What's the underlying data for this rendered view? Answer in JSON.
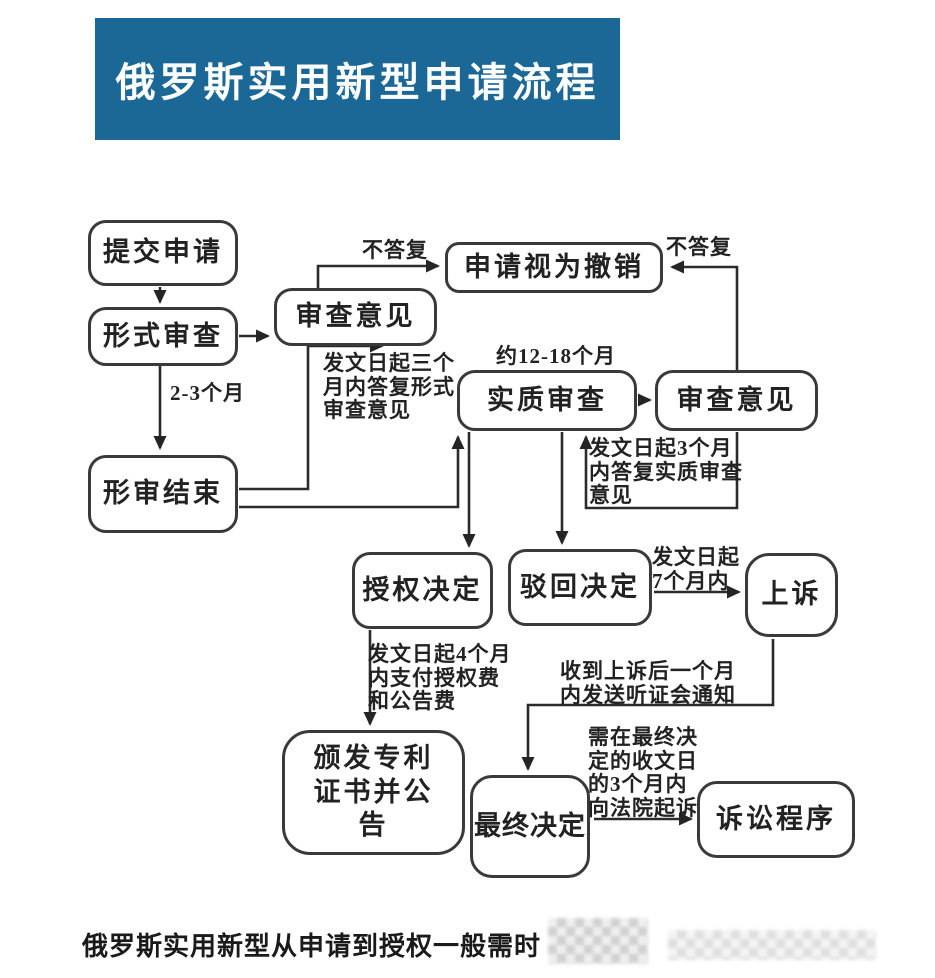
{
  "title": {
    "text": "俄罗斯实用新型申请流程",
    "banner_color": "#1b6897",
    "text_color": "#ffffff"
  },
  "nodes": {
    "submit": "提交申请",
    "formal_exam": "形式审查",
    "exam_opinion_1": "审查意见",
    "deemed_withdrawn": "申请视为撤销",
    "substantive_exam": "实质审查",
    "exam_opinion_2": "审查意见",
    "formal_exam_end": "形审结束",
    "grant_decision": "授权决定",
    "rejection_decision": "驳回决定",
    "appeal": "上诉",
    "issue_certificate": "颁发专利证书并公告",
    "final_decision": "最终决定",
    "litigation": "诉讼程序"
  },
  "labels": {
    "no_reply_left": "不答复",
    "no_reply_right": "不答复",
    "months_2_3": "2-3个月",
    "reply_formal_opinion": "发文日起三个\n月内答复形式\n审查意见",
    "approx_12_18_months": "约12-18个月",
    "reply_substantive_opinion": "发文日起3个月\n内答复实质审查\n意见",
    "appeal_within_7_months": "发文日起\n7个月内",
    "pay_grant_fee": "发文日起4个月\n内支付授权费\n和公告费",
    "hearing_notice": "收到上诉后一个月\n内发送听证会通知",
    "sue_within_3_months": "需在最终决\n定的收文日\n的3个月内\n向法院起诉"
  },
  "footer": {
    "text": "俄罗斯实用新型从申请到授权一般需时"
  }
}
